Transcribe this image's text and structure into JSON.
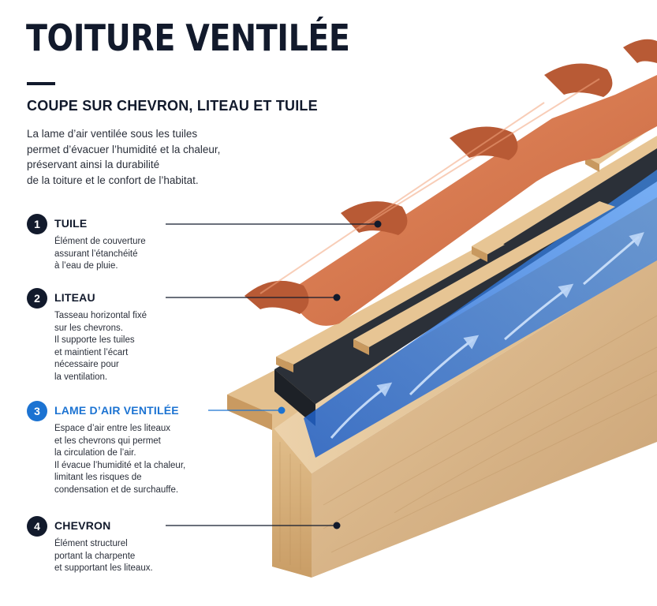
{
  "title": "TOITURE VENTILÉE",
  "subtitle": "COUPE SUR CHEVRON, LITEAU ET TUILE",
  "intro_lines": [
    "La lame d’air ventilée sous les tuiles",
    "permet d’évacuer l’humidité et la chaleur,",
    "préservant ainsi la durabilité",
    "de la toiture et le confort de l’habitat."
  ],
  "colors": {
    "navy": "#121a2c",
    "accent_blue": "#1c73d2",
    "tile": "#d2734a",
    "wood": "#dcb889",
    "membrane": "#2b3038"
  },
  "legend": [
    {
      "number": "1",
      "label": "TUILE",
      "desc_lines": [
        "Élément de couverture",
        "assurant l’étanchéité",
        "à l’eau de pluie."
      ],
      "highlight": false
    },
    {
      "number": "2",
      "label": "LITEAU",
      "desc_lines": [
        "Tasseau horizontal fixé",
        "sur les chevrons.",
        "Il supporte les tuiles",
        "et maintient l’écart",
        "nécessaire pour",
        "la ventilation."
      ],
      "highlight": false
    },
    {
      "number": "3",
      "label": "LAME D’AIR VENTILÉE",
      "desc_lines": [
        "Espace d’air entre les liteaux",
        "et les chevrons qui permet",
        "la circulation de l’air.",
        "Il évacue l’humidité et la chaleur,",
        "limitant les risques de",
        "condensation et de surchauffe."
      ],
      "highlight": true
    },
    {
      "number": "4",
      "label": "CHEVRON",
      "desc_lines": [
        "Élément structurel",
        "portant la charpente",
        "et supportant les liteaux."
      ],
      "highlight": false
    }
  ]
}
